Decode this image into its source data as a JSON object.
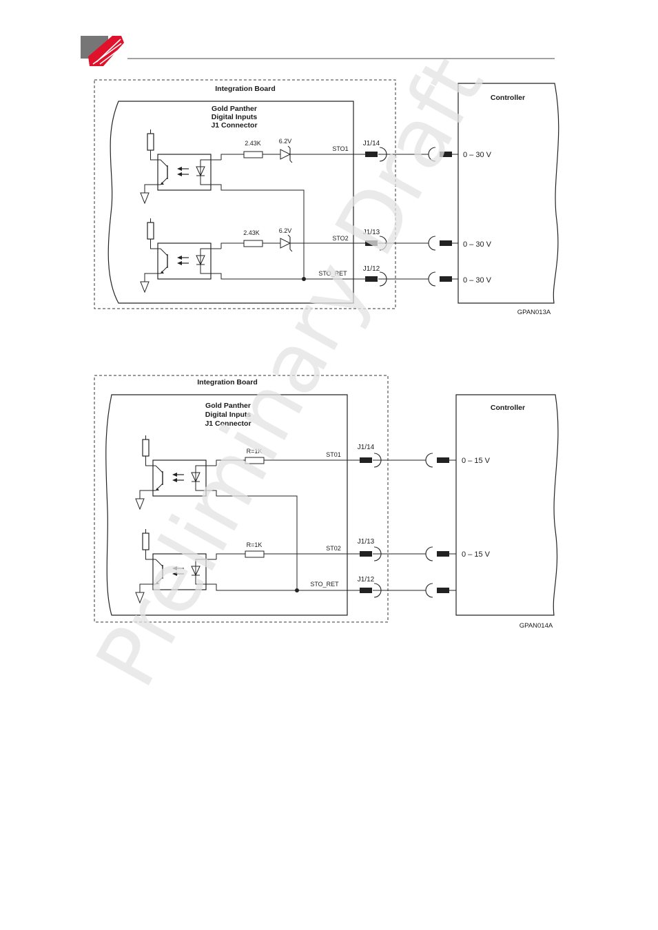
{
  "header": {
    "logo_colors": {
      "grey": "#767676",
      "red": "#e0112b"
    }
  },
  "watermark": {
    "text": "Preliminary Draft",
    "color": "#e3e3e3"
  },
  "diagram1": {
    "integration_board": "Integration Board",
    "gp_title": [
      "Gold Panther",
      "Digital Inputs",
      "J1 Connector"
    ],
    "controller": "Controller",
    "resistor1": "2.43K",
    "zener1": "6.2V",
    "resistor2": "2.43K",
    "zener2": "6.2V",
    "signal1": "STO1",
    "signal2": "STO2",
    "signal3": "STO_RET",
    "pin1": "J1/14",
    "pin2": "J1/13",
    "pin3": "J1/12",
    "volt1": "0 – 30 V",
    "volt2": "0 – 30 V",
    "volt3": "0 – 30 V",
    "figure_id": "GPAN013A"
  },
  "diagram2": {
    "integration_board": "Integration Board",
    "gp_title": [
      "Gold Panther",
      "Digital Inputs",
      "J1 Connector"
    ],
    "controller": "Controller",
    "resistor1": "R=1K",
    "resistor2": "R=1K",
    "signal1": "ST01",
    "signal2": "ST02",
    "signal3": "STO_RET",
    "pin1": "J1/14",
    "pin2": "J1/13",
    "pin3": "J1/12",
    "volt1": "0 – 15 V",
    "volt2": "0 – 15 V",
    "figure_id": "GPAN014A"
  }
}
